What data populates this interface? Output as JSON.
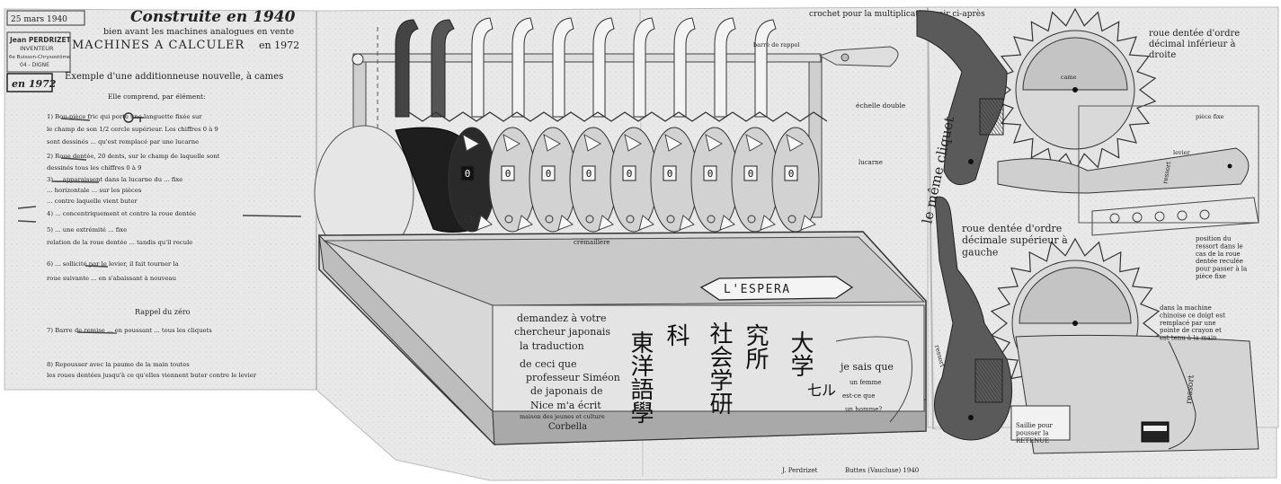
{
  "header": {
    "date": "25 mars 1940",
    "title": "Construite en 1940",
    "subtitle": "bien avant les machines analogues en vente",
    "machine": "MACHINES A CALCULER",
    "year_right": "en 1972",
    "author": "Jean PERDRIZET",
    "role": "INVENTEUR",
    "address1": "6e Buisson-Chrysostôme",
    "address2": "04 - DIGNE",
    "year_box": "en 1972"
  },
  "left_text": {
    "intro": "Exemple d'une additionneuse nouvelle, à cames",
    "lead": "Elle comprend, par élément:",
    "items": [
      "1) Bou-pièce fric qui porte une languette fixée sur",
      "le champ de son 1/2 cercle supérieur. Les chiffres 0 à 9",
      "sont dessinés ... qu'est remplacé par une lucarne",
      "2) Roue dentée, 20 dents, sur le champ de laquelle sont",
      "dessinés tous les chiffres 0 à 9",
      "3) ... apparaissent dans la lucarne du ... fixe",
      "... horizontale ... sur les pièces",
      "... contre laquelle vient buter",
      "4) ... concentriquement et contre la roue dentée",
      "5) ... une extrémité ... fixe",
      "relation de la roue dentée ... tandis qu'il recule",
      "6) ... sollicité par le levier, il fait tourner la",
      "roue suivante ... en s'abaissant à nouveau",
      "Rappel du zéro",
      "7) Barre de remise ... en poussant ... tous les cliquets",
      "8) Repousser avec la paume de la main toutes",
      "les roues dentées jusqu'à ce qu'elles viennent buter contre le levier"
    ]
  },
  "center": {
    "crochet": "crochet pour la multiplication voir ci-après",
    "barre_de_rappel": "barre de rappel",
    "echelle_double": "échelle double",
    "lucarne": "lucarne",
    "cremaillere": "crémaillère",
    "brand": "L'ESPERA",
    "digits": [
      "0",
      "0",
      "0",
      "0",
      "0",
      "0",
      "0",
      "0",
      "0"
    ],
    "note": [
      "demandez à votre",
      "chercheur japonais",
      "la traduction",
      "de ceci que",
      "professeur Siméon",
      "de japonais de",
      "Nice m'a écrit",
      "maison des jeunes et culture",
      "Corbella"
    ],
    "cjk_columns": [
      "東洋語學",
      "科",
      "社会学研",
      "究所",
      "大学",
      "七ル"
    ],
    "question": [
      "je sais que",
      "un femme",
      "est-ce que",
      "un homme?"
    ],
    "signature": "J. Perdrizet",
    "place_date": "Buttes (Vaucluse) 1940"
  },
  "right": {
    "cliquet_label": "le même cliquet",
    "roue_inferieur": "roue dentée d'ordre décimal inférieur à droite",
    "came": "came",
    "piece_fixe": "pièce fixe",
    "levier": "levier",
    "ressort_1": "ressort",
    "roue_superieur": "roue dentée d'ordre décimale supérieur à gauche",
    "position_ressort": "position du ressort dans le cas de la roue dentée reculée pour passer à la pièce fixe",
    "machine_chinoise": "dans la machine chinoise ce doigt est remplacé par une pointe de crayon et est tenu à la main",
    "ressort_2": "ressort",
    "ressort_3": "ressort",
    "saillie": "Saillie pour pousser la RETENUE"
  }
}
